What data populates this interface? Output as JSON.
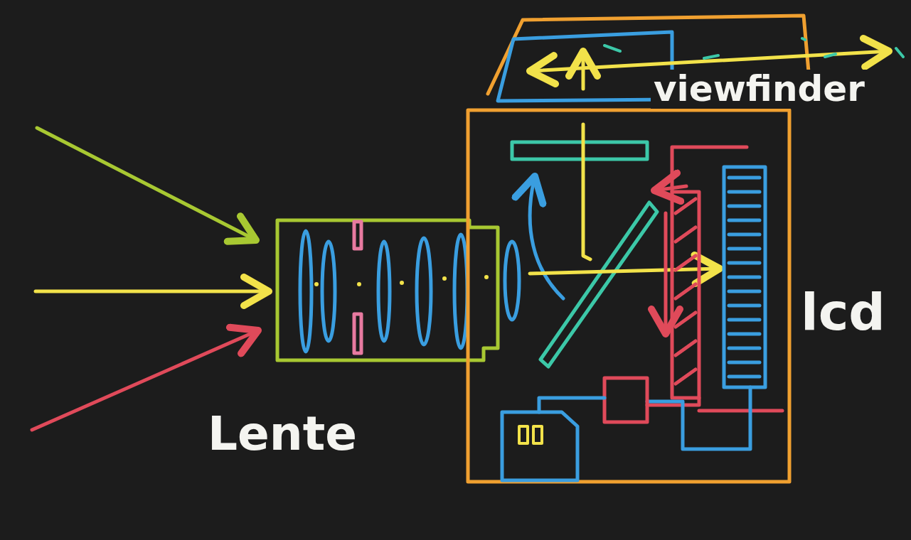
{
  "diagram": {
    "labels": [
      "viewfinder",
      "Lente",
      "lcd"
    ]
  }
}
